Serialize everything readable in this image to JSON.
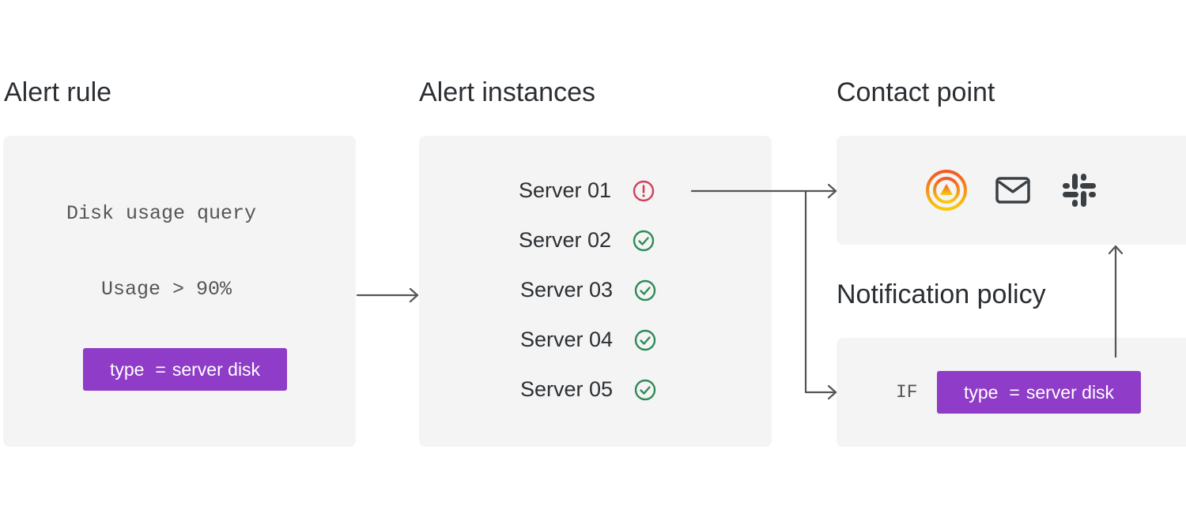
{
  "sections": {
    "alert_rule": {
      "title": "Alert rule"
    },
    "alert_instances": {
      "title": "Alert instances"
    },
    "contact_point": {
      "title": "Contact point"
    },
    "notification_policy": {
      "title": "Notification policy"
    }
  },
  "alert_rule": {
    "query": "Disk usage query",
    "condition": "Usage > 90%",
    "label": {
      "key": "type",
      "op": "=",
      "value": "server disk"
    }
  },
  "instances": [
    {
      "name": "Server 01",
      "status": "firing"
    },
    {
      "name": "Server 02",
      "status": "ok"
    },
    {
      "name": "Server 03",
      "status": "ok"
    },
    {
      "name": "Server 04",
      "status": "ok"
    },
    {
      "name": "Server 05",
      "status": "ok"
    }
  ],
  "contact_point": {
    "icons": [
      "grafana-oncall-icon",
      "email-icon",
      "slack-icon"
    ]
  },
  "notification_policy": {
    "keyword": "IF",
    "label": {
      "key": "type",
      "op": "=",
      "value": "server disk"
    }
  },
  "colors": {
    "label_bg": "#8f3cc8",
    "firing": "#d0405f",
    "ok": "#2e8b57",
    "panel_bg": "#f4f4f4",
    "arrow": "#555555"
  }
}
